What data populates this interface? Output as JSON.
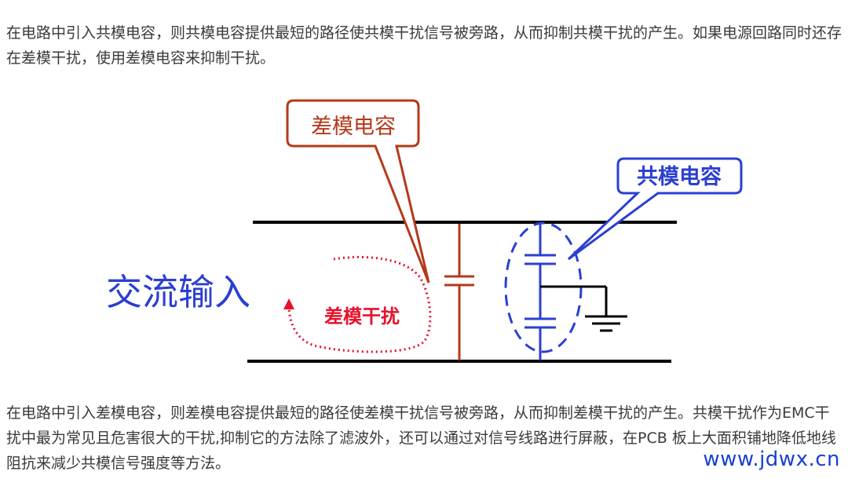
{
  "intro_text": "在电路中引入共模电容，则共模电容提供最短的路径使共模干扰信号被旁路，从而抑制共模干扰的产生。如果电源回路同时还存在差模干扰，使用差模电容来抑制干扰。",
  "diagram": {
    "input_label": "交流输入",
    "dm_cap_label": "差模电容",
    "cm_cap_label": "共模电容",
    "dm_noise_label": "差模干扰",
    "colors": {
      "line": "#000000",
      "dm_capacitor": "#b5391a",
      "cm_capacitor": "#2b3fd1",
      "noise": "#e8102a",
      "input_text": "#2b3fd1"
    }
  },
  "body_text": "在电路中引入差模电容，则差模电容提供最短的路径使差模干扰信号被旁路，从而抑制差模干扰的产生。共模干扰作为EMC干扰中最为常见且危害很大的干扰,抑制它的方法除了滤波外，还可以通过对信号线路进行屏蔽，在PCB 板上大面积铺地降低地线阻抗来减少共模信号强度等方法。",
  "watermark": "www.jdwx.cn"
}
